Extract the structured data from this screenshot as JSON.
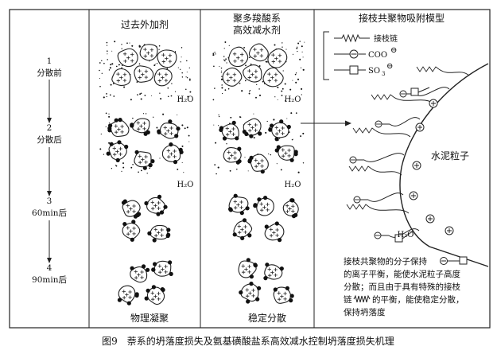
{
  "columns": {
    "col1_title": "过去外加剂",
    "col2_title_line1": "聚多羧酸系",
    "col2_title_line2": "高效减水剂",
    "col3_title": "接枝共聚物吸附模型"
  },
  "stages": [
    {
      "num": "1",
      "label": "分散前"
    },
    {
      "num": "2",
      "label": "分散后"
    },
    {
      "num": "3",
      "label": "60min后"
    },
    {
      "num": "4",
      "label": "90min后"
    }
  ],
  "legend": {
    "graft_chain": "接枝链",
    "coo": "COO",
    "so3": "SO",
    "so3_sub": "3",
    "charge": "⊖"
  },
  "labels": {
    "h2o": "H₂O",
    "cement_particle": "水泥粒子",
    "col1_bottom": "物理凝聚",
    "col2_bottom": "稳定分散"
  },
  "description": [
    "接枝共聚物的分子保持",
    "的离子平衡，能使水泥粒子高度",
    "分散；而且由于具有特殊的接枝",
    "链",
    "的平衡，能使稳定分散，",
    "保持坍落度"
  ],
  "caption": "图9　萘系的坍落度损失及氨基磺酸盐系高效减水控制坍落度损失机理"
}
